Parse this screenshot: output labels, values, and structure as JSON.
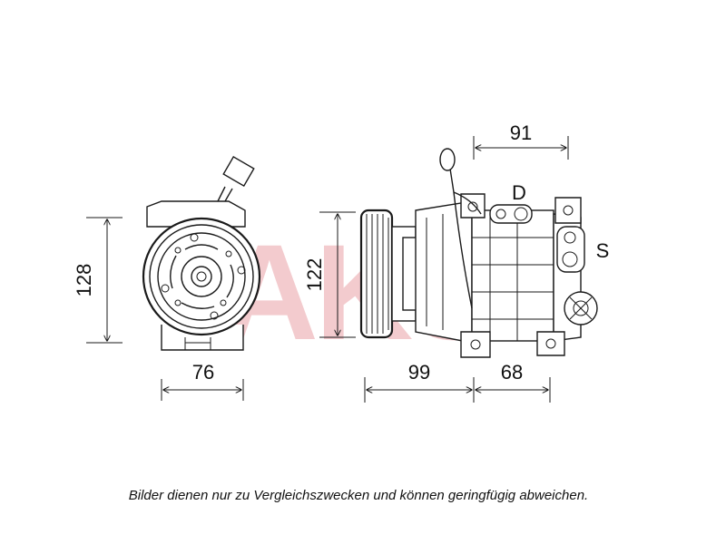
{
  "watermark": "AKS",
  "front_view": {
    "height_dim": "128",
    "width_dim": "76"
  },
  "side_view": {
    "height_dim": "122",
    "top_dim": "91",
    "bottom_left_dim": "99",
    "bottom_right_dim": "68",
    "discharge_port_label": "D",
    "suction_port_label": "S"
  },
  "caption": "Bilder dienen nur zu Vergleichszwecken und können geringfügig abweichen."
}
